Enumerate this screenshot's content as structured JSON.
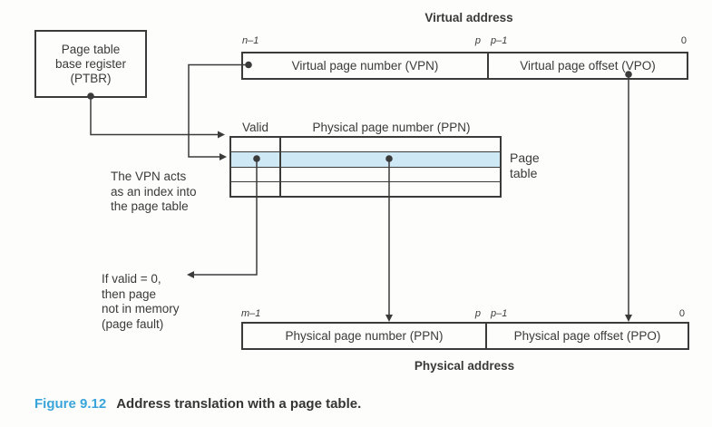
{
  "diagram": {
    "ptbr_box": {
      "lines": [
        "Page table",
        "base register",
        "(PTBR)"
      ]
    },
    "virtual_address": {
      "title": "Virtual address",
      "bit_labels": {
        "msb": "n–1",
        "p": "p",
        "p_minus_1": "p–1",
        "lsb": "0"
      },
      "vpn_label": "Virtual page number (VPN)",
      "vpo_label": "Virtual page offset (VPO)"
    },
    "page_table": {
      "valid_header": "Valid",
      "ppn_header": "Physical page number (PPN)",
      "side_label_lines": [
        "Page",
        "table"
      ],
      "row_count": 4,
      "highlighted_row_index": 1,
      "highlight_color": "#cfe8f6"
    },
    "annotations": {
      "vpn_index_lines": [
        "The VPN acts",
        "as an index into",
        "the page table"
      ],
      "page_fault_lines": [
        "If valid = 0,",
        "then page",
        "not in memory",
        "(page fault)"
      ]
    },
    "physical_address": {
      "title": "Physical address",
      "bit_labels": {
        "msb": "m–1",
        "p": "p",
        "p_minus_1": "p–1",
        "lsb": "0"
      },
      "ppn_label": "Physical page number (PPN)",
      "ppo_label": "Physical page offset (PPO)"
    },
    "caption": {
      "figure_label": "Figure 9.12",
      "title": "Address translation with a page table."
    },
    "colors": {
      "caption_accent": "#3aa5da",
      "row_highlight": "#cfe8f6",
      "line": "#3b3b3b"
    }
  }
}
